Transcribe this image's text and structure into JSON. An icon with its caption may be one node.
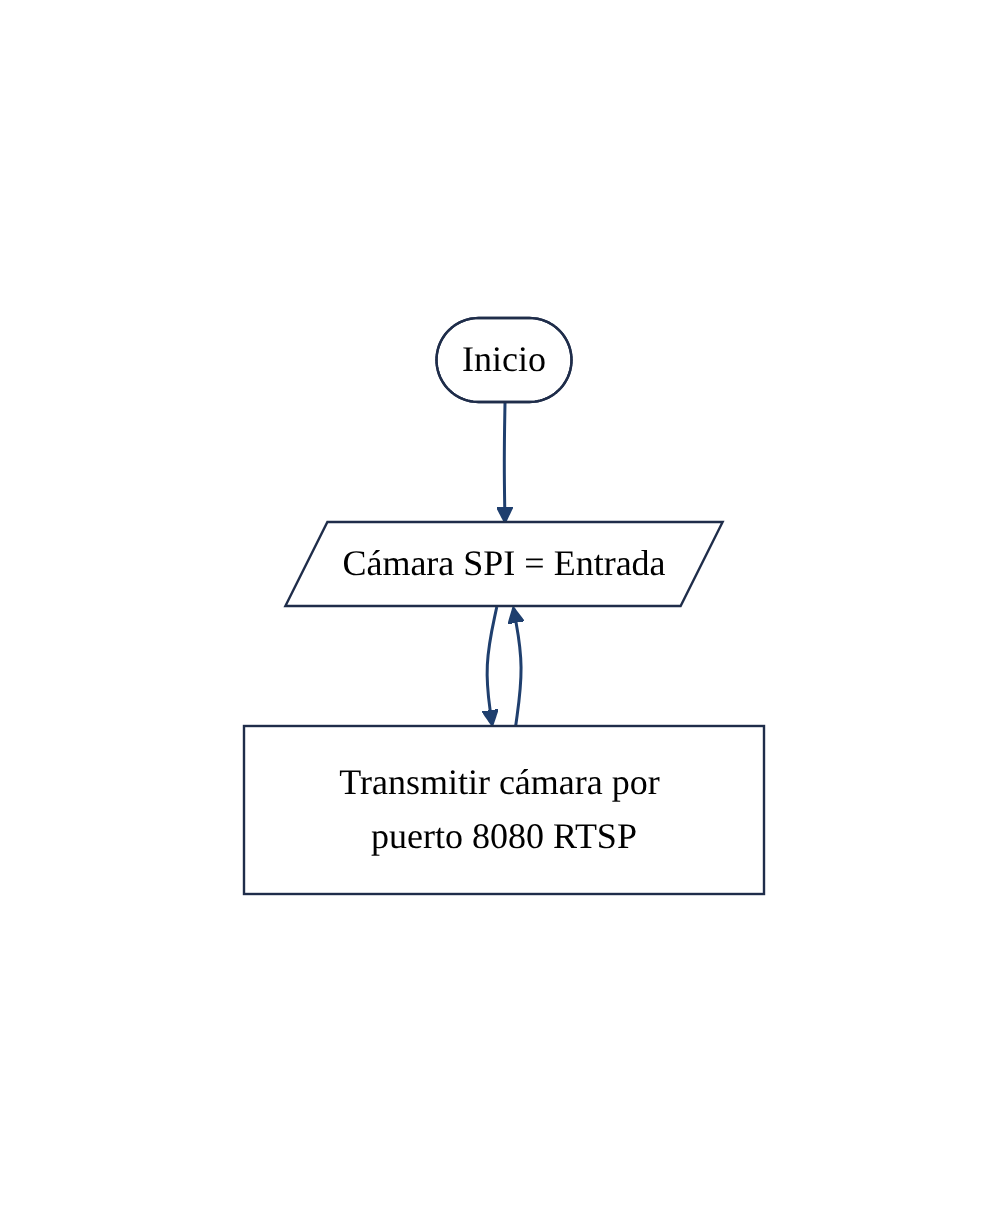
{
  "diagram": {
    "nodes": [
      {
        "text": [
          "Inicio"
        ]
      },
      {
        "text": [
          "Cámara SPI = Entrada"
        ]
      },
      {
        "text": [
          "Transmitir cámara por puerto 8080 RTSP"
        ]
      }
    ],
    "edges": [
      {
        "from": 0,
        "to": 1,
        "arrow": "to"
      },
      {
        "from": 1,
        "to": 2,
        "arrow": "to"
      },
      {
        "from": 2,
        "to": 1,
        "arrow": "to"
      }
    ]
  }
}
